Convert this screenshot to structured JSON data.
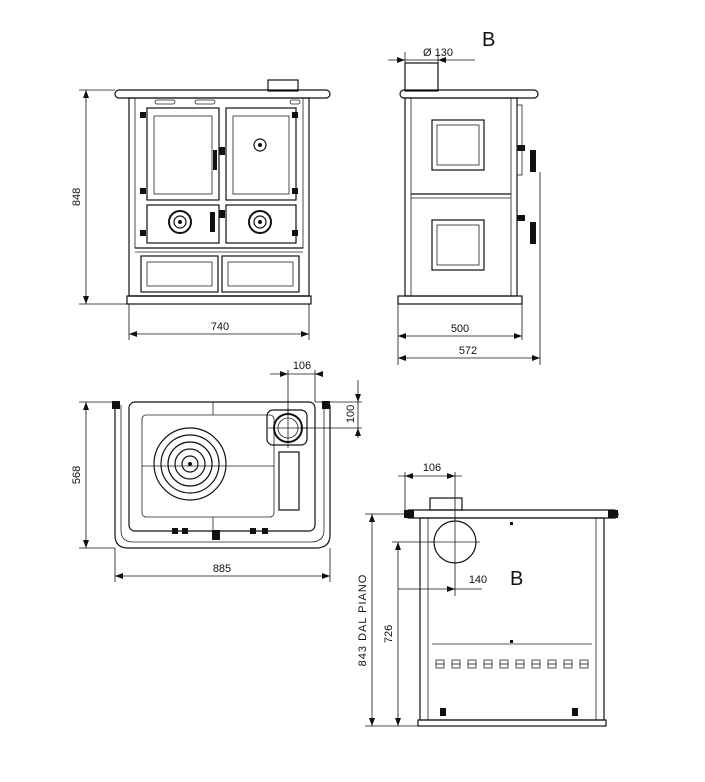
{
  "labels": {
    "view_b_top": "B",
    "view_b_bottom": "B"
  },
  "dimensions": {
    "front_height": "848",
    "front_width": "740",
    "flue_diameter": "Ø 130",
    "side_depth": "500",
    "side_depth_total": "572",
    "top_flue_offset_x": "106",
    "top_flue_offset_y": "100",
    "top_depth": "568",
    "top_width": "885",
    "rear_flue_offset_x": "106",
    "rear_flue_offset_y": "140",
    "rear_flue_height": "726",
    "rear_height_note": "843 DAL PIANO"
  }
}
